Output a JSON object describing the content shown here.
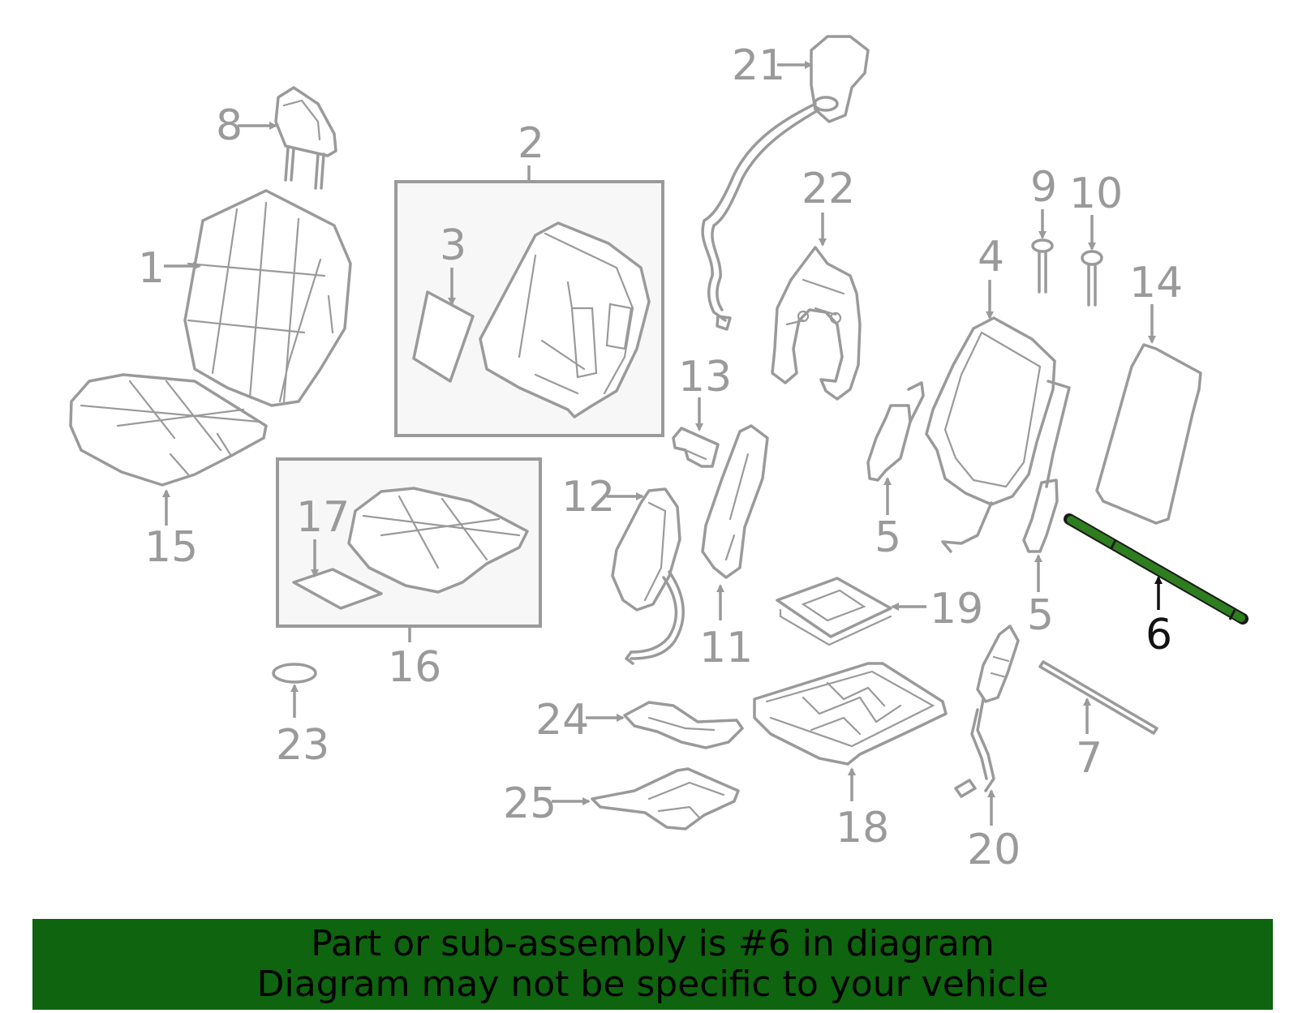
{
  "callouts": {
    "c1": "1",
    "c2": "2",
    "c3": "3",
    "c4": "4",
    "c5a": "5",
    "c5b": "5",
    "c6": "6",
    "c7": "7",
    "c8": "8",
    "c9": "9",
    "c10": "10",
    "c11": "11",
    "c12": "12",
    "c13": "13",
    "c14": "14",
    "c15": "15",
    "c16": "16",
    "c17": "17",
    "c18": "18",
    "c19": "19",
    "c20": "20",
    "c21": "21",
    "c22": "22",
    "c23": "23",
    "c24": "24",
    "c25": "25"
  },
  "highlight": {
    "part_number": "6",
    "color": "#2e7d1e"
  },
  "banner": {
    "line1": "Part or sub-assembly is #6 in diagram",
    "line2": "Diagram may not be specific to your vehicle",
    "background": "#0f640f"
  }
}
